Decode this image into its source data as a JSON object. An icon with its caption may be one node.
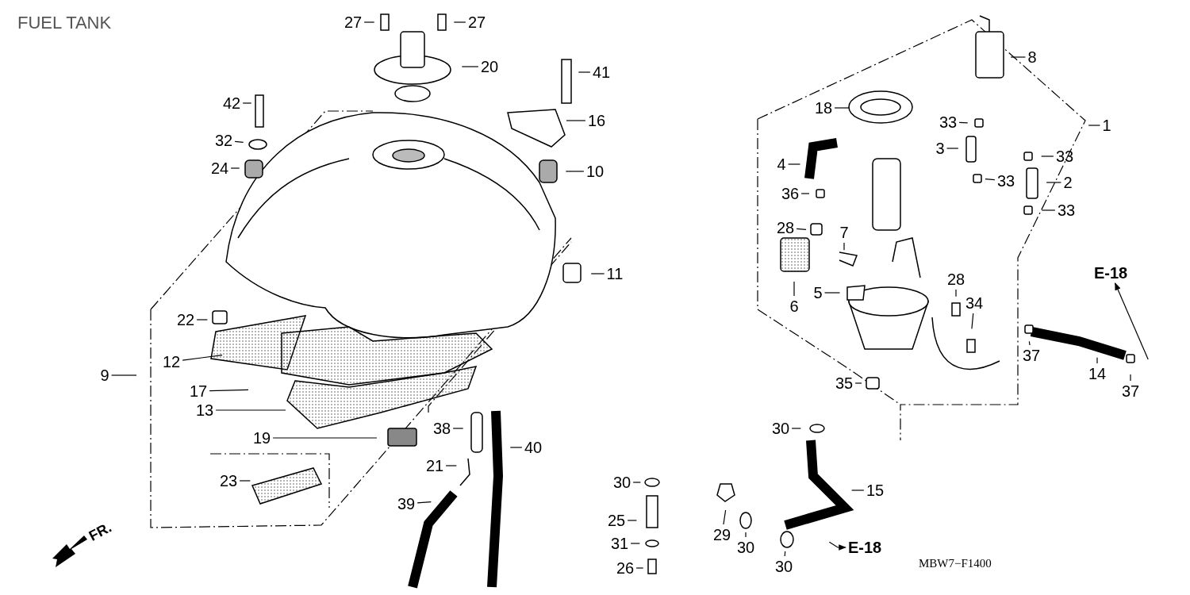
{
  "diagram": {
    "title": "FUEL TANK",
    "nodes": [
      {
        "text": [
          "27"
        ]
      },
      {
        "text": [
          "27"
        ]
      },
      {
        "text": [
          "20"
        ]
      },
      {
        "text": [
          "41"
        ]
      },
      {
        "text": [
          "42"
        ]
      },
      {
        "text": [
          "32"
        ]
      },
      {
        "text": [
          "24"
        ]
      },
      {
        "text": [
          "16"
        ]
      },
      {
        "text": [
          "10"
        ]
      },
      {
        "text": [
          "11"
        ]
      },
      {
        "text": [
          "22"
        ]
      },
      {
        "text": [
          "9"
        ]
      },
      {
        "text": [
          "12"
        ]
      },
      {
        "text": [
          "17"
        ]
      },
      {
        "text": [
          "13"
        ]
      },
      {
        "text": [
          "19"
        ]
      },
      {
        "text": [
          "23"
        ]
      },
      {
        "text": [
          "38"
        ]
      },
      {
        "text": [
          "21"
        ]
      },
      {
        "text": [
          "40"
        ]
      },
      {
        "text": [
          "39"
        ]
      },
      {
        "text": [
          "30"
        ]
      },
      {
        "text": [
          "25"
        ]
      },
      {
        "text": [
          "31"
        ]
      },
      {
        "text": [
          "26"
        ]
      },
      {
        "text": [
          "29"
        ]
      },
      {
        "text": [
          "30"
        ]
      },
      {
        "text": [
          "30"
        ]
      },
      {
        "text": [
          "15"
        ]
      },
      {
        "text": [
          "30"
        ]
      },
      {
        "text": [
          "35"
        ]
      },
      {
        "text": [
          "37"
        ]
      },
      {
        "text": [
          "14"
        ]
      },
      {
        "text": [
          "37"
        ]
      },
      {
        "text": [
          "28"
        ]
      },
      {
        "text": [
          "34"
        ]
      },
      {
        "text": [
          "6"
        ]
      },
      {
        "text": [
          "5"
        ]
      },
      {
        "text": [
          "7"
        ]
      },
      {
        "text": [
          "28"
        ]
      },
      {
        "text": [
          "36"
        ]
      },
      {
        "text": [
          "4"
        ]
      },
      {
        "text": [
          "3"
        ]
      },
      {
        "text": [
          "18"
        ]
      },
      {
        "text": [
          "33"
        ]
      },
      {
        "text": [
          "33"
        ]
      },
      {
        "text": [
          "33"
        ]
      },
      {
        "text": [
          "2"
        ]
      },
      {
        "text": [
          "33"
        ]
      },
      {
        "text": [
          "8"
        ]
      },
      {
        "text": [
          "1"
        ]
      },
      {
        "text": [
          "E-18"
        ]
      },
      {
        "text": [
          "E-18"
        ]
      }
    ],
    "edges": [
      {
        "from": 0,
        "to": null,
        "arrow": "none"
      },
      {
        "from": 1,
        "to": null,
        "arrow": "none"
      },
      {
        "from": 2,
        "to": null,
        "arrow": "none"
      },
      {
        "from": 3,
        "to": null,
        "arrow": "none"
      },
      {
        "from": 4,
        "to": null,
        "arrow": "none"
      },
      {
        "from": 5,
        "to": null,
        "arrow": "none"
      },
      {
        "from": 6,
        "to": null,
        "arrow": "none"
      },
      {
        "from": 7,
        "to": null,
        "arrow": "none"
      },
      {
        "from": 8,
        "to": null,
        "arrow": "none"
      },
      {
        "from": 9,
        "to": null,
        "arrow": "none"
      },
      {
        "from": 10,
        "to": null,
        "arrow": "none"
      },
      {
        "from": 11,
        "to": null,
        "arrow": "none"
      },
      {
        "from": 12,
        "to": null,
        "arrow": "none"
      },
      {
        "from": 13,
        "to": null,
        "arrow": "none"
      },
      {
        "from": 14,
        "to": null,
        "arrow": "none"
      },
      {
        "from": 15,
        "to": null,
        "arrow": "none"
      },
      {
        "from": 16,
        "to": null,
        "arrow": "none"
      },
      {
        "from": 17,
        "to": null,
        "arrow": "none"
      },
      {
        "from": 18,
        "to": null,
        "arrow": "none"
      },
      {
        "from": 19,
        "to": null,
        "arrow": "none"
      },
      {
        "from": 20,
        "to": null,
        "arrow": "none"
      },
      {
        "from": 21,
        "to": null,
        "arrow": "none"
      },
      {
        "from": 22,
        "to": null,
        "arrow": "none"
      },
      {
        "from": 23,
        "to": null,
        "arrow": "none"
      },
      {
        "from": 24,
        "to": null,
        "arrow": "none"
      },
      {
        "from": 25,
        "to": null,
        "arrow": "none"
      },
      {
        "from": 26,
        "to": null,
        "arrow": "none"
      },
      {
        "from": 27,
        "to": null,
        "arrow": "none"
      },
      {
        "from": 28,
        "to": null,
        "arrow": "none"
      },
      {
        "from": 29,
        "to": null,
        "arrow": "none"
      },
      {
        "from": 30,
        "to": null,
        "arrow": "none"
      },
      {
        "from": 31,
        "to": null,
        "arrow": "none"
      },
      {
        "from": 32,
        "to": null,
        "arrow": "none"
      },
      {
        "from": 33,
        "to": null,
        "arrow": "none"
      },
      {
        "from": 34,
        "to": null,
        "arrow": "none"
      },
      {
        "from": 35,
        "to": null,
        "arrow": "none"
      },
      {
        "from": 36,
        "to": null,
        "arrow": "none"
      },
      {
        "from": 37,
        "to": null,
        "arrow": "none"
      },
      {
        "from": 38,
        "to": null,
        "arrow": "none"
      },
      {
        "from": 39,
        "to": null,
        "arrow": "none"
      },
      {
        "from": 40,
        "to": null,
        "arrow": "none"
      },
      {
        "from": 41,
        "to": null,
        "arrow": "none"
      },
      {
        "from": 42,
        "to": null,
        "arrow": "none"
      },
      {
        "from": 43,
        "to": null,
        "arrow": "none"
      },
      {
        "from": 44,
        "to": null,
        "arrow": "none"
      },
      {
        "from": 45,
        "to": null,
        "arrow": "none"
      },
      {
        "from": 46,
        "to": null,
        "arrow": "none"
      },
      {
        "from": 47,
        "to": null,
        "arrow": "none"
      },
      {
        "from": 48,
        "to": null,
        "arrow": "none"
      },
      {
        "from": 49,
        "to": null,
        "arrow": "none"
      },
      {
        "from": 50,
        "to": null,
        "arrow": "none"
      },
      {
        "from": null,
        "to": 51,
        "arrow": "to"
      },
      {
        "from": null,
        "to": 52,
        "arrow": "to"
      }
    ],
    "labels": [
      "FR.",
      "MBW7−F1400"
    ]
  }
}
